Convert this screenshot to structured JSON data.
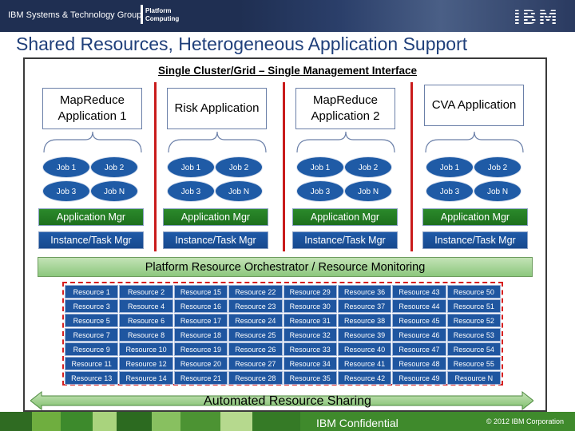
{
  "header": {
    "brand": "IBM Systems & Technology Group",
    "platform_logo": [
      "Platform",
      "Computing"
    ],
    "ibm_logo": "IBM"
  },
  "title": "Shared Resources, Heterogeneous Application Support",
  "diagram": {
    "subtitle": "Single Cluster/Grid – Single Management Interface",
    "applications": [
      {
        "name": "MapReduce Application 1",
        "jobs": [
          "Job 1",
          "Job 2",
          "Job 3",
          "Job N"
        ],
        "app_mgr": "Application Mgr",
        "instance_mgr": "Instance/Task Mgr"
      },
      {
        "name": "Risk Application",
        "jobs": [
          "Job 1",
          "Job 2",
          "Job 3",
          "Job N"
        ],
        "app_mgr": "Application Mgr",
        "instance_mgr": "Instance/Task Mgr"
      },
      {
        "name": "MapReduce Application 2",
        "jobs": [
          "Job 1",
          "Job 2",
          "Job 3",
          "Job N"
        ],
        "app_mgr": "Application Mgr",
        "instance_mgr": "Instance/Task Mgr"
      },
      {
        "name": "CVA Application",
        "jobs": [
          "Job 1",
          "Job 2",
          "Job 3",
          "Job N"
        ],
        "app_mgr": "Application Mgr",
        "instance_mgr": "Instance/Task Mgr"
      }
    ],
    "orchestrator": "Platform Resource Orchestrator / Resource Monitoring",
    "resources": [
      [
        "Resource 1",
        "Resource 2",
        "Resource 15",
        "Resource 22",
        "Resource 29",
        "Resource 36",
        "Resource 43",
        "Resource 50"
      ],
      [
        "Resource 3",
        "Resource 4",
        "Resource 16",
        "Resource 23",
        "Resource 30",
        "Resource 37",
        "Resource 44",
        "Resource 51"
      ],
      [
        "Resource 5",
        "Resource 6",
        "Resource 17",
        "Resource 24",
        "Resource 31",
        "Resource 38",
        "Resource 45",
        "Resource 52"
      ],
      [
        "Resource 7",
        "Resource 8",
        "Resource 18",
        "Resource 25",
        "Resource 32",
        "Resource 39",
        "Resource 46",
        "Resource 53"
      ],
      [
        "Resource 9",
        "Resource 10",
        "Resource 19",
        "Resource 26",
        "Resource 33",
        "Resource 40",
        "Resource 47",
        "Resource 54"
      ],
      [
        "Resource 11",
        "Resource 12",
        "Resource 20",
        "Resource 27",
        "Resource 34",
        "Resource 41",
        "Resource 48",
        "Resource 55"
      ],
      [
        "Resource 13",
        "Resource 14",
        "Resource 21",
        "Resource 28",
        "Resource 35",
        "Resource 42",
        "Resource 49",
        "Resource N"
      ]
    ],
    "sharing_label": "Automated Resource Sharing"
  },
  "footer": {
    "confidential": "IBM Confidential",
    "copyright": "© 2012  IBM Corporation"
  },
  "colors": {
    "header_bg": "#1f2f52",
    "title": "#1f3f7a",
    "divider_red": "#c91b1b",
    "job_blue": "#1f5ba6",
    "app_mgr_green": "#2b8a2b",
    "instance_mgr_blue": "#1f5aa8",
    "orchestrator_green": "#a8d59a",
    "footer_green": "#3b7d2a"
  }
}
